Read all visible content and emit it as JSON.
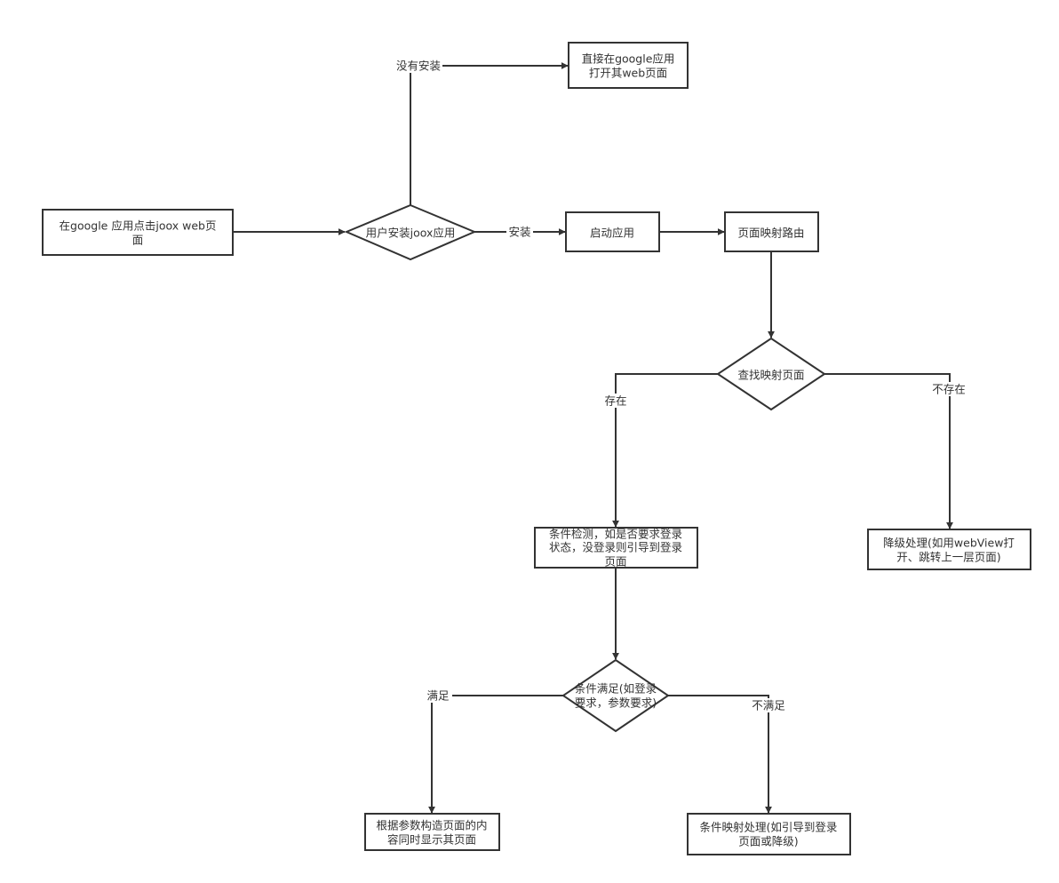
{
  "colors": {
    "stroke": "#333333",
    "background": "#ffffff",
    "text": "#333333"
  },
  "nodes": {
    "start": {
      "lines": [
        "在google 应用点击joox web页",
        "面"
      ]
    },
    "installed": {
      "lines": [
        "用户安装joox应用"
      ]
    },
    "open_web": {
      "lines": [
        "直接在google应用",
        "打开其web页面"
      ]
    },
    "launch": {
      "lines": [
        "启动应用"
      ]
    },
    "route": {
      "lines": [
        "页面映射路由"
      ]
    },
    "find": {
      "lines": [
        "查找映射页面"
      ]
    },
    "check": {
      "lines": [
        "条件检测，如是否要求登录",
        "状态，没登录则引导到登录",
        "页面"
      ]
    },
    "degrade": {
      "lines": [
        "降级处理(如用webView打",
        "开、跳转上一层页面)"
      ]
    },
    "satisfied": {
      "lines": [
        "条件满足(如登录",
        "要求，参数要求)"
      ]
    },
    "build_page": {
      "lines": [
        "根据参数构造页面的内",
        "容同时显示其页面"
      ]
    },
    "cond_map": {
      "lines": [
        "条件映射处理(如引导到登录",
        "页面或降级)"
      ]
    }
  },
  "edge_labels": {
    "not_installed": "没有安装",
    "install": "安装",
    "exists": "存在",
    "not_exists": "不存在",
    "met": "满足",
    "not_met": "不满足"
  }
}
